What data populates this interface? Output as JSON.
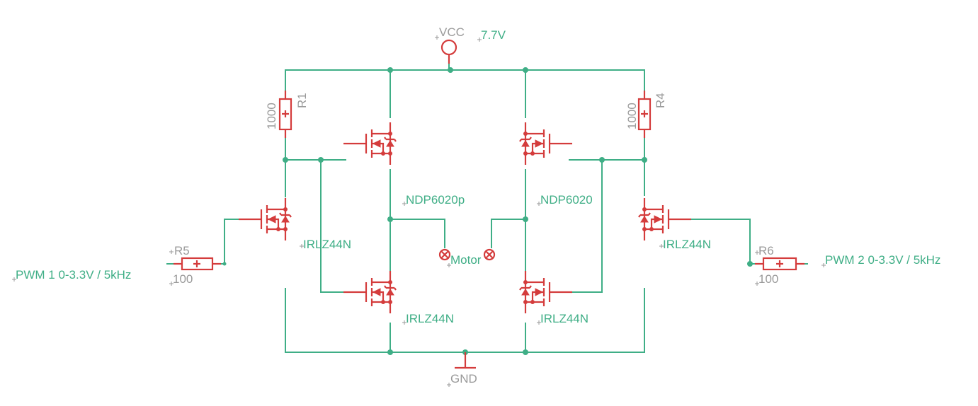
{
  "power": {
    "vcc_label": "VCC",
    "vcc_value": "7.7V",
    "gnd_label": "GND"
  },
  "resistors": [
    {
      "name": "R1",
      "value": "1000"
    },
    {
      "name": "R4",
      "value": "1000"
    },
    {
      "name": "R5",
      "value": "100"
    },
    {
      "name": "R6",
      "value": "100"
    }
  ],
  "mosfets": {
    "p_left": "NDP6020p",
    "p_right": "NDP6020",
    "n_left_mid": "IRLZ44N",
    "n_left_low": "IRLZ44N",
    "n_right_low": "IRLZ44N",
    "n_right_mid": "IRLZ44N"
  },
  "motor_label": "Motor",
  "inputs": {
    "pwm1": "PWM 1 0-3.3V / 5kHz",
    "pwm2": "PWM 2 0-3.3V / 5kHz"
  },
  "colors": {
    "wire": "#3fae86",
    "part": "#d43c3c",
    "label_grey": "#9a9a9a"
  }
}
